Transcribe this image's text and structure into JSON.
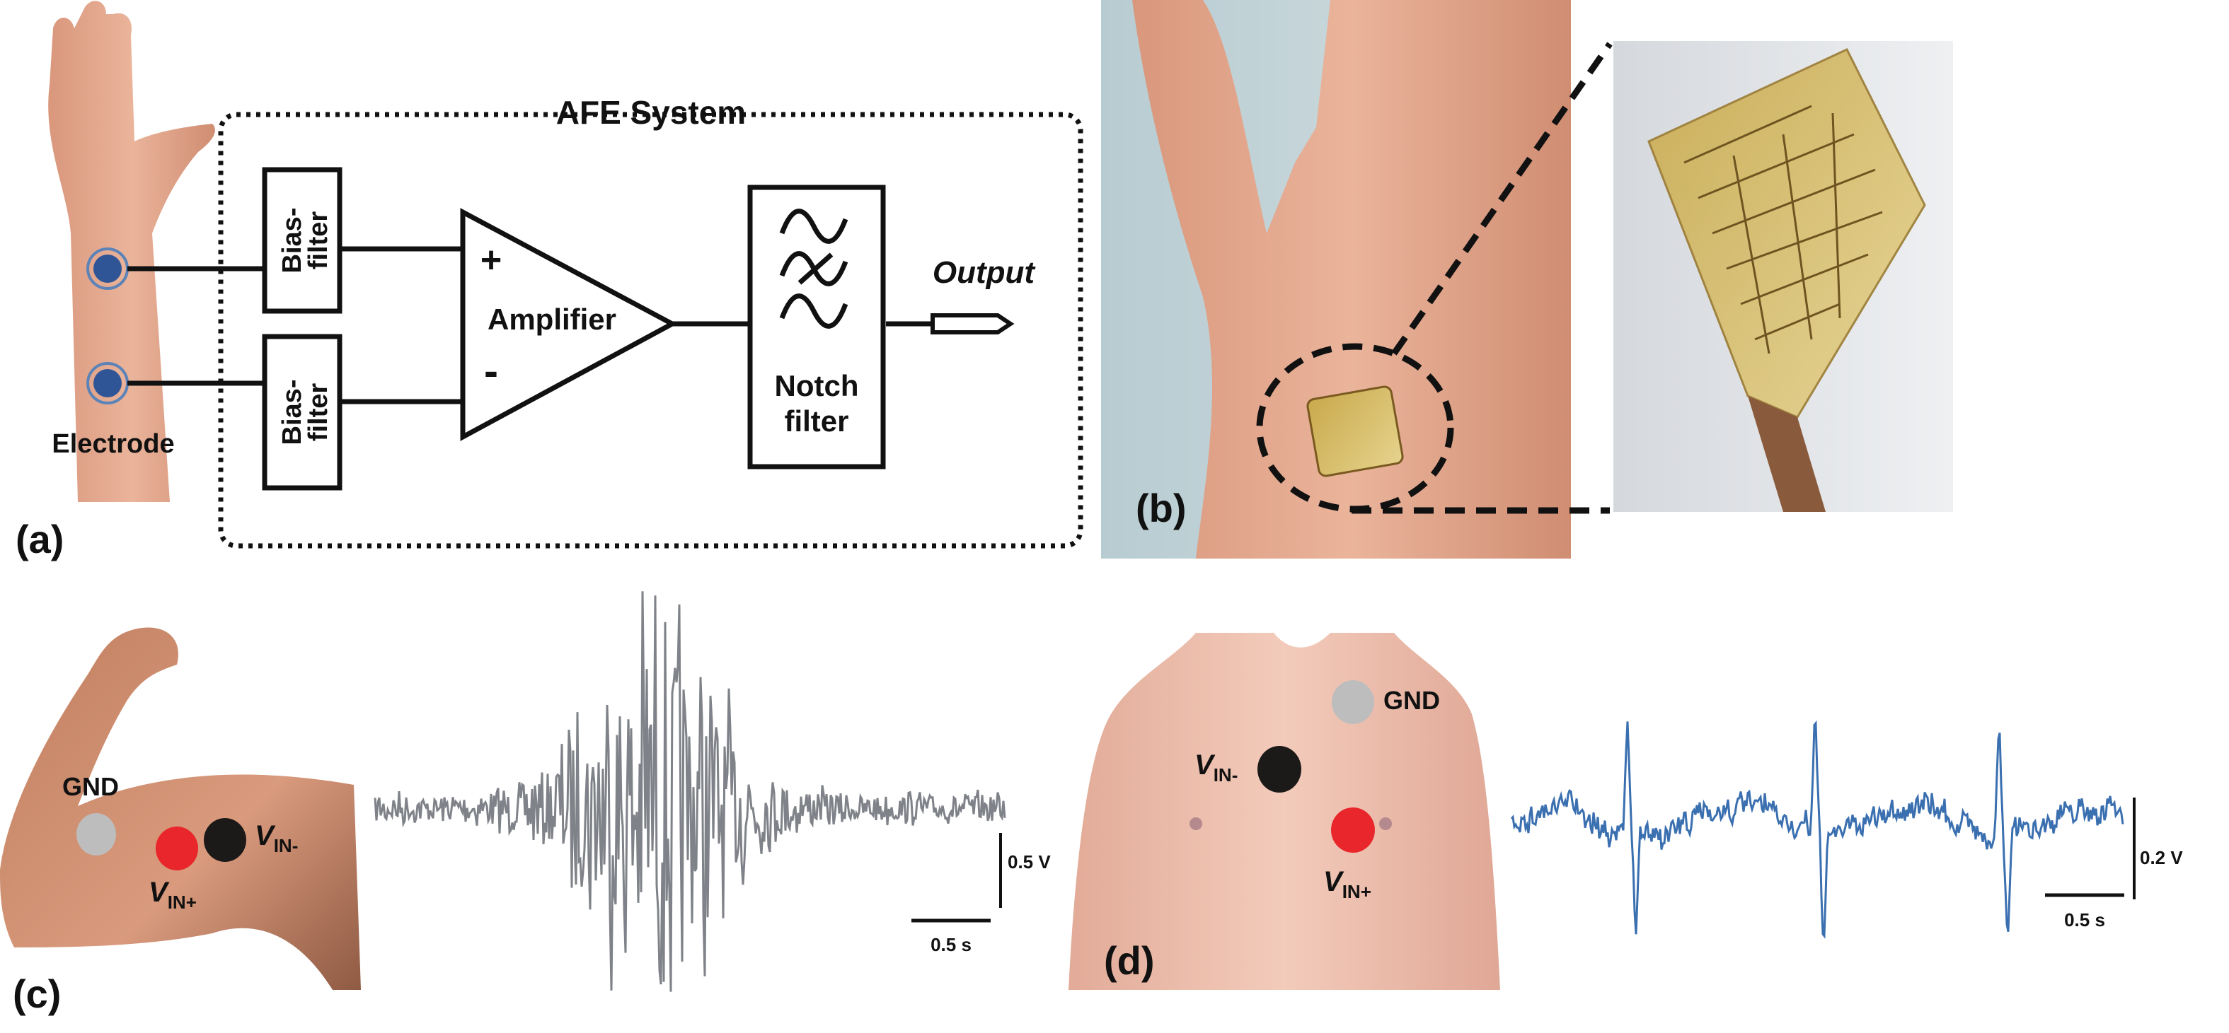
{
  "panel_a": {
    "label": "(a)",
    "system_title": "AFE System",
    "bias_filter_top": [
      "Bias-",
      "filter"
    ],
    "bias_filter_bottom": [
      "Bias-",
      "filter"
    ],
    "amplifier": "Amplifier",
    "plus": "+",
    "minus": "-",
    "notch_filter": [
      "Notch",
      "filter"
    ],
    "output": "Output",
    "electrode": "Electrode",
    "electrode_color": "#2f5597"
  },
  "panel_b": {
    "label": "(b)"
  },
  "panel_c": {
    "label": "(c)",
    "gnd": "GND",
    "vin_minus": "V",
    "vin_minus_sub": "IN-",
    "vin_plus": "V",
    "vin_plus_sub": "IN+",
    "voltage_scale": "0.5 V",
    "time_scale": "0.5 s",
    "signal_color": "#7f8288"
  },
  "panel_d": {
    "label": "(d)",
    "gnd": "GND",
    "vin_minus": "V",
    "vin_minus_sub": "IN-",
    "vin_plus": "V",
    "vin_plus_sub": "IN+",
    "voltage_scale": "0.2 V",
    "time_scale": "0.5 s",
    "signal_color": "#3a6fb0"
  }
}
